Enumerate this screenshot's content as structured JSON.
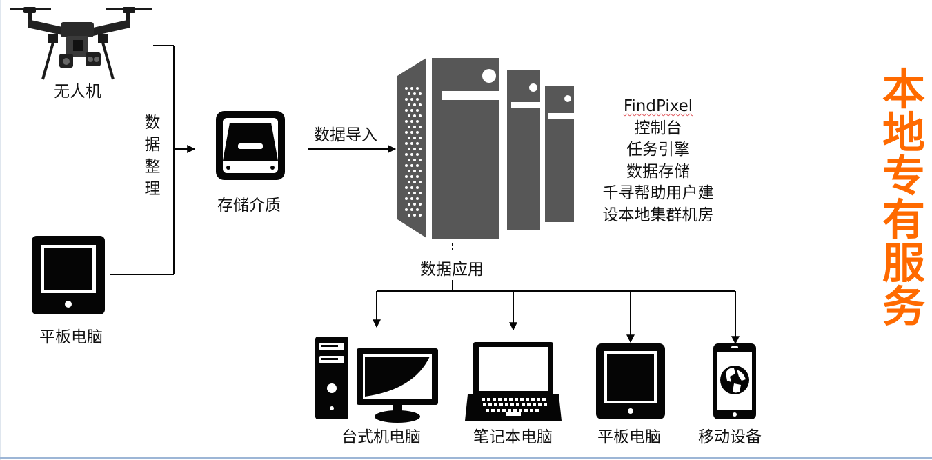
{
  "sources": {
    "drone_label": "无人机",
    "tablet_label": "平板电脑"
  },
  "flow": {
    "organize_chars": [
      "数",
      "据",
      "整",
      "理"
    ],
    "storage_label": "存储介质",
    "import_label": "数据导入",
    "application_label": "数据应用"
  },
  "server_description": {
    "brand": "FindPixel",
    "lines": [
      "控制台",
      "任务引擎",
      "数据存储",
      "千寻帮助用户建",
      "设本地集群机房"
    ]
  },
  "devices": {
    "desktop_label": "台式机电脑",
    "laptop_label": "笔记本电脑",
    "tablet_label": "平板电脑",
    "mobile_label": "移动设备"
  },
  "title_chars": [
    "本",
    "地",
    "专",
    "有",
    "服",
    "务"
  ],
  "colors": {
    "accent": "#ff6a00",
    "icon_dark": "#050505",
    "server_gray": "#575757"
  }
}
